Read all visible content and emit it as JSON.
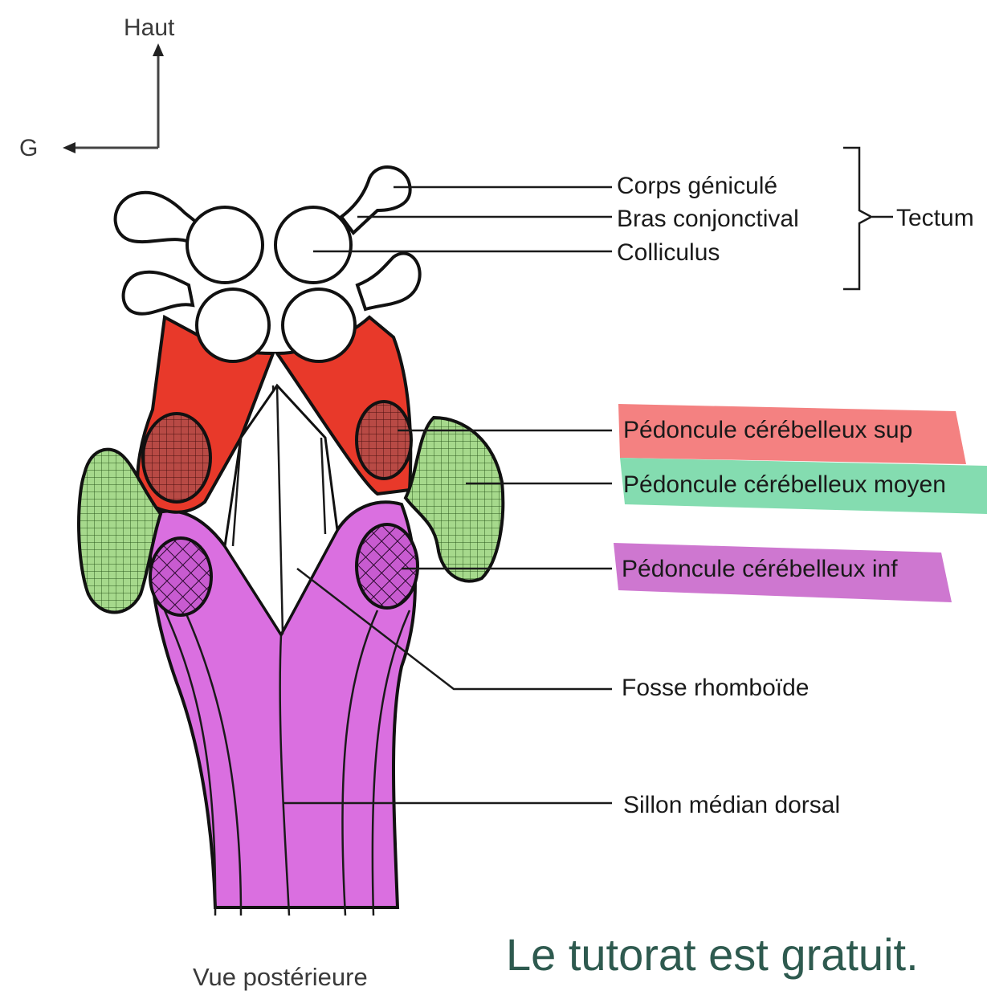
{
  "orientation": {
    "up_label": "Haut",
    "left_label": "G"
  },
  "labels": {
    "corps_genicule": "Corps géniculé",
    "bras_conjonctival": "Bras conjonctival",
    "colliculus": "Colliculus",
    "tectum": "Tectum",
    "pedoncule_sup": "Pédoncule cérébelleux sup",
    "pedoncule_moyen": "Pédoncule cérébelleux moyen",
    "pedoncule_inf": "Pédoncule cérébelleux inf",
    "fosse": "Fosse rhomboïde",
    "sillon": "Sillon médian dorsal"
  },
  "caption": "Vue postérieure",
  "banner": "Le tutorat est gratuit.",
  "colors": {
    "superior_peduncle": "#e8392a",
    "middle_peduncle": "#a6d98c",
    "inferior_peduncle": "#da6fe0",
    "highlight_sup": "#f26b6b",
    "highlight_moyen": "#6fd6a2",
    "highlight_inf": "#c65fc8",
    "banner_text": "#2e5a4f"
  }
}
